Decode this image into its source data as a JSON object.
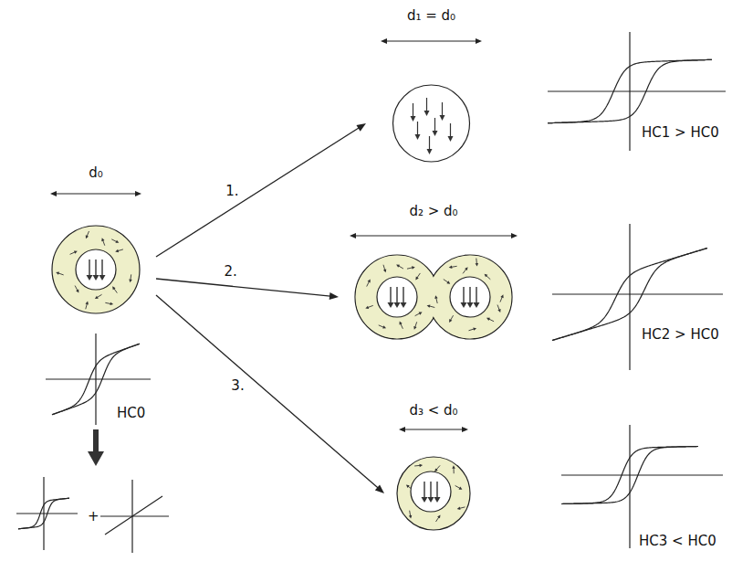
{
  "diagram": {
    "nodes": [
      {
        "text": [
          "d₀"
        ]
      },
      {
        "text": [
          "d₁ = d₀"
        ]
      },
      {
        "text": [
          "d₂ > d₀"
        ]
      },
      {
        "text": [
          "d₃ < d₀"
        ]
      }
    ],
    "edges": [
      {
        "from": 0,
        "to": 1,
        "arrow": "to",
        "label": "1."
      },
      {
        "from": 0,
        "to": 2,
        "arrow": "to",
        "label": "2."
      },
      {
        "from": 0,
        "to": 3,
        "arrow": "to",
        "label": "3."
      }
    ],
    "labels": [
      "HC1 > HC0",
      "HC2 > HC0",
      "HC0",
      "+",
      "HC3 < HC0"
    ]
  }
}
